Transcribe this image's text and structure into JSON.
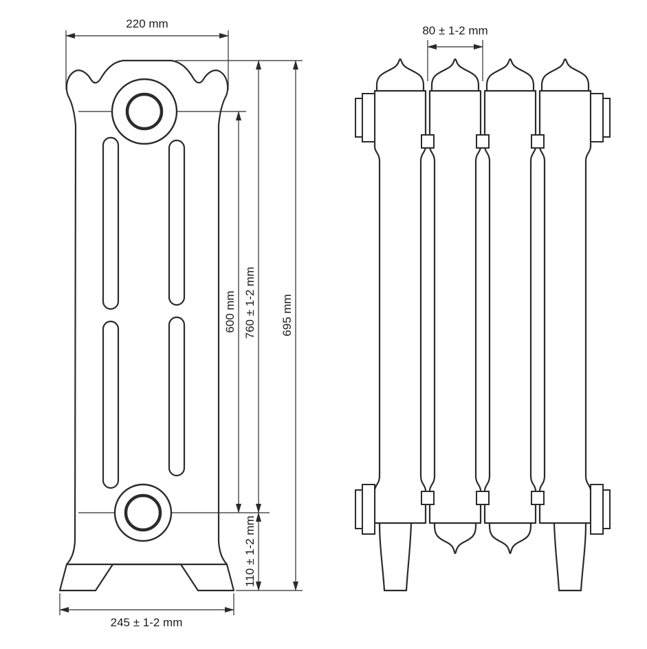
{
  "drawing": {
    "labels": {
      "top_width": "220 mm",
      "section_width": "80 ± 1-2 mm",
      "axis_distance": "600 mm",
      "overall_height": "760 ± 1-2 mm",
      "section_height": "695 mm",
      "floor_to_axis": "110 ± 1-2 mm",
      "base_width": "245 ± 1-2 mm"
    },
    "colors": {
      "line": "#2b2b2b",
      "text": "#1c1c1c",
      "background": "#ffffff"
    }
  }
}
